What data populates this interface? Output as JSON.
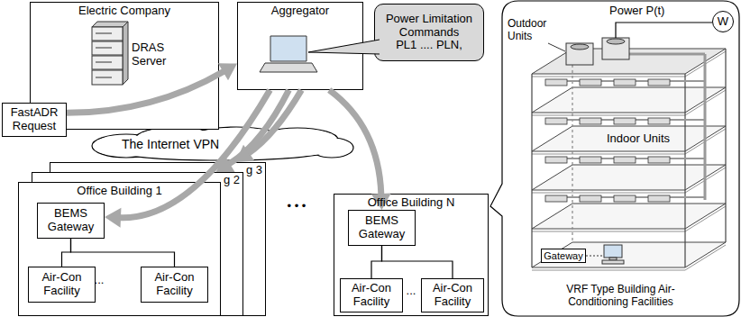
{
  "diagram": {
    "nodes": [
      {
        "text": [
          "Electric Company"
        ]
      },
      {
        "text": [
          "FastADR Request"
        ]
      },
      {
        "text": [
          "Aggregator"
        ]
      },
      {
        "text": [
          "Power Limitation Commands",
          "PL1 .... PLN,"
        ]
      },
      {
        "text": [
          "The Internet VPN"
        ]
      },
      {
        "text": [
          "Office Building 1"
        ]
      },
      {
        "text": [
          "BEMS Gateway"
        ],
        "in": 5
      },
      {
        "text": [
          "Air-Con Facility"
        ],
        "in": 5
      },
      {
        "text": [
          "Air-Con Facility"
        ],
        "in": 5
      },
      {
        "text": [
          "g 2"
        ]
      },
      {
        "text": [
          "g 3"
        ]
      },
      {
        "text": [
          "Office Building N"
        ]
      },
      {
        "text": [
          "BEMS Gateway"
        ],
        "in": 11
      },
      {
        "text": [
          "Air-Con Facility"
        ],
        "in": 11
      },
      {
        "text": [
          "Air-Con Facility"
        ],
        "in": 11
      },
      {
        "text": [
          "VRF Type Building Air-Conditioning Facilities"
        ]
      },
      {
        "text": [
          "Gateway"
        ],
        "in": 15
      },
      {
        "text": [
          "W"
        ],
        "in": 15
      }
    ],
    "edges": [
      {
        "from": 1,
        "to": 2,
        "arrow": "to"
      },
      {
        "from": 2,
        "to": 6,
        "arrow": "to"
      },
      {
        "from": 2,
        "to": 9,
        "arrow": "to"
      },
      {
        "from": 2,
        "to": 10,
        "arrow": "to"
      },
      {
        "from": 2,
        "to": 12,
        "arrow": "to"
      },
      {
        "from": 6,
        "to": 7,
        "arrow": "none"
      },
      {
        "from": 6,
        "to": 8,
        "arrow": "none"
      },
      {
        "from": 12,
        "to": 13,
        "arrow": "none"
      },
      {
        "from": 12,
        "to": 14,
        "arrow": "none"
      }
    ],
    "labels": [
      "DRAS Server",
      "...",
      "• • •",
      "...",
      "Power P(t)",
      "Outdoor Units",
      "Indoor Units"
    ]
  }
}
